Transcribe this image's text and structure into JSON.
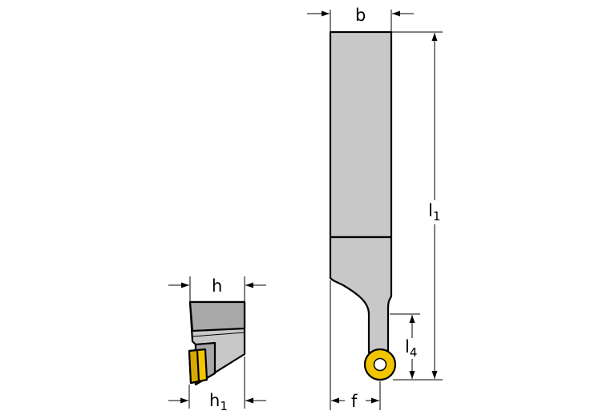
{
  "dimensions": {
    "b": {
      "label": "b",
      "sub": ""
    },
    "h": {
      "label": "h",
      "sub": ""
    },
    "h1": {
      "label": "h",
      "sub": "1"
    },
    "l1": {
      "label": "l",
      "sub": "1"
    },
    "l4": {
      "label": "l",
      "sub": "4"
    },
    "f": {
      "label": "f",
      "sub": ""
    }
  },
  "colors": {
    "body": "#c8c8c8",
    "body_dark": "#a8a8a8",
    "insert": "#f2c500",
    "insert_dark": "#d9a800",
    "line": "#000000",
    "background": "#ffffff"
  }
}
